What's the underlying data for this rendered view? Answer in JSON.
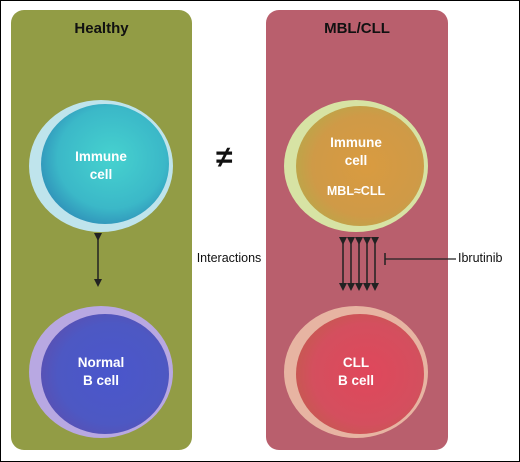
{
  "panels": {
    "healthy": {
      "title": "Healthy",
      "color": "#929c45"
    },
    "cll": {
      "title": "MBL/CLL",
      "color": "#b95f6d"
    }
  },
  "cells": {
    "immune_healthy": {
      "line1": "Immune",
      "line2": "cell",
      "color": "#3fc7c9"
    },
    "normal_b": {
      "line1": "Normal",
      "line2": "B cell",
      "color": "#4a59c8"
    },
    "immune_cll": {
      "line1": "Immune",
      "line2": "cell",
      "sub": "MBL≈CLL",
      "color": "#d69a45"
    },
    "cll_b": {
      "line1": "CLL",
      "line2": "B cell",
      "color": "#d9495a"
    }
  },
  "labels": {
    "not_equal": "≠",
    "interactions": "Interactions",
    "ibrutinib": "Ibrutinib"
  }
}
